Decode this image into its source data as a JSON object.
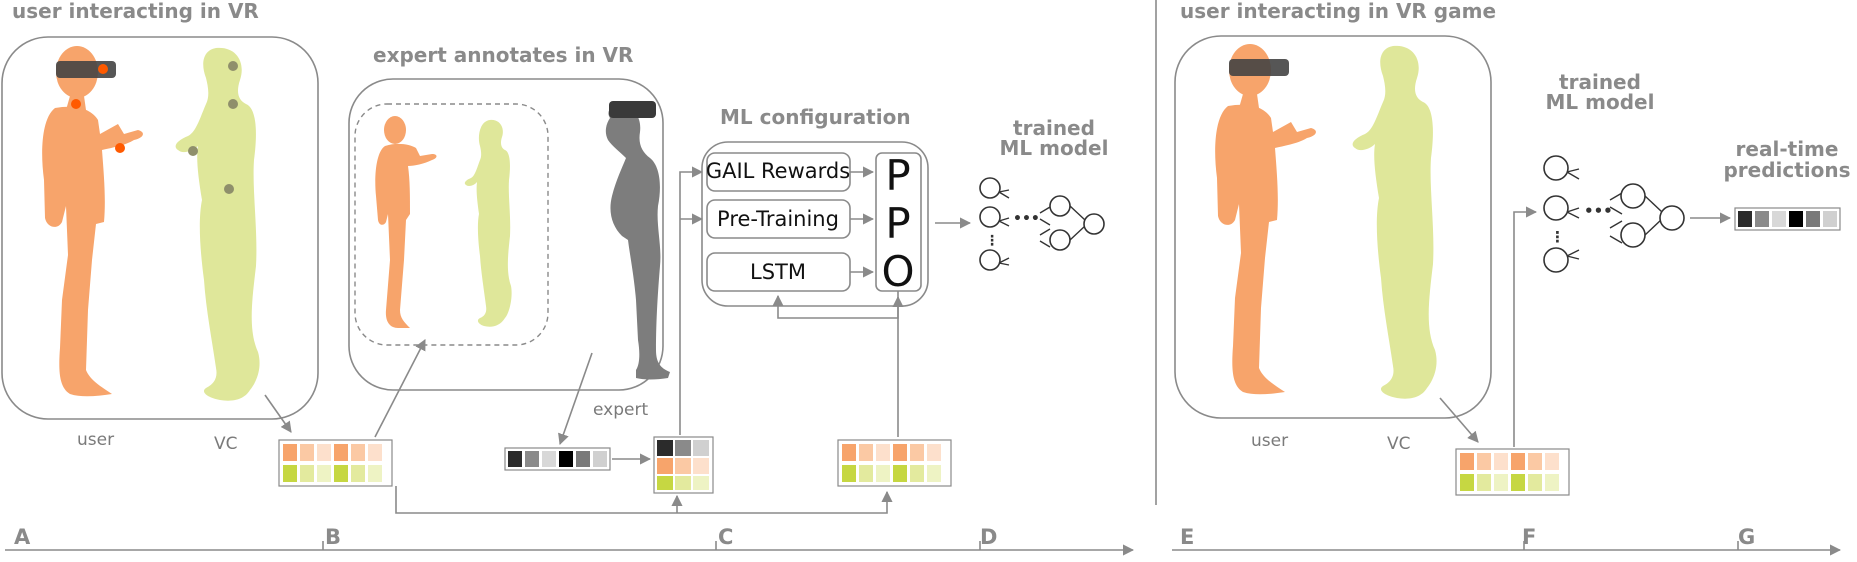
{
  "colors": {
    "user": "#f7a46b",
    "vc": "#dfe79a",
    "expert": "#7d7d7d",
    "line": "#8a8a8a",
    "text": "#8a8a8a"
  },
  "left_panel": {
    "title": "user interacting in VR",
    "user_label": "user",
    "vc_label": "VC"
  },
  "annotation_panel": {
    "title": "expert annotates in VR",
    "expert_label": "expert"
  },
  "ml_config": {
    "title": "ML configuration",
    "gail": "GAIL Rewards",
    "pretraining": "Pre-Training",
    "lstm": "LSTM",
    "ppo": [
      "P",
      "P",
      "O"
    ]
  },
  "trained_model_1": {
    "line1": "trained",
    "line2": "ML model"
  },
  "right_panel": {
    "title": "user interacting in VR game",
    "user_label": "user",
    "vc_label": "VC"
  },
  "trained_model_2": {
    "line1": "trained",
    "line2": "ML model"
  },
  "predictions": {
    "line1": "real-time",
    "line2": "predictions"
  },
  "steps": [
    "A",
    "B",
    "C",
    "D",
    "E",
    "F",
    "G"
  ],
  "icons": {
    "people": [
      "user-figure-icon",
      "vc-figure-icon",
      "expert-figure-icon",
      "vr-headset-icon"
    ],
    "network": "neural-network-icon"
  }
}
